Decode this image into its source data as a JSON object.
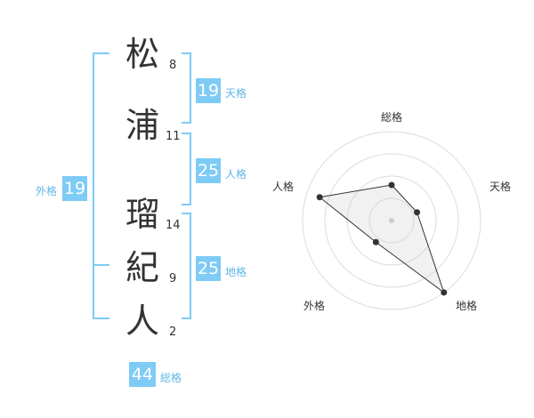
{
  "name": {
    "characters": [
      {
        "char": "松",
        "strokes": "8"
      },
      {
        "char": "浦",
        "strokes": "11"
      },
      {
        "char": "瑠",
        "strokes": "14"
      },
      {
        "char": "紀",
        "strokes": "9"
      },
      {
        "char": "人",
        "strokes": "2"
      }
    ]
  },
  "kaku": {
    "tenkaku": {
      "value": "19",
      "label": "天格"
    },
    "jinkaku": {
      "value": "25",
      "label": "人格"
    },
    "chikaku": {
      "value": "25",
      "label": "地格"
    },
    "gaikaku": {
      "value": "19",
      "label": "外格"
    },
    "soukaku": {
      "value": "44",
      "label": "総格"
    }
  },
  "colors": {
    "accent": "#7ecbf5",
    "label": "#5fb6e6",
    "text": "#333333"
  },
  "chart_data": {
    "type": "radar",
    "axes": [
      "総格",
      "天格",
      "地格",
      "外格",
      "人格"
    ],
    "values": [
      0.4,
      0.3,
      1.0,
      0.3,
      0.85
    ],
    "rings": 4,
    "range": [
      0,
      1
    ]
  }
}
